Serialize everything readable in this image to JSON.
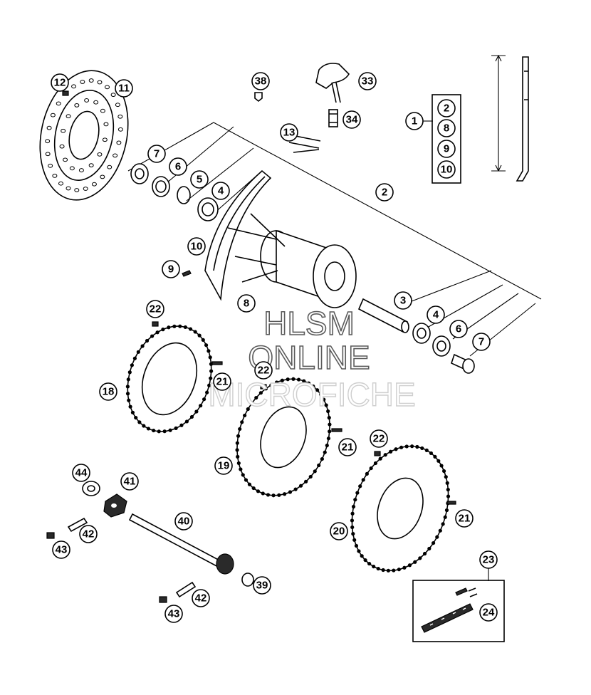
{
  "watermark": {
    "line1": "HLSM",
    "line2": "ONLINE",
    "line3": "MICROFICHE"
  },
  "callouts": [
    {
      "id": "c11",
      "label": "11"
    },
    {
      "id": "c12",
      "label": "12"
    },
    {
      "id": "c38",
      "label": "38"
    },
    {
      "id": "c33",
      "label": "33"
    },
    {
      "id": "c34",
      "label": "34"
    },
    {
      "id": "c13",
      "label": "13"
    },
    {
      "id": "c1",
      "label": "1"
    },
    {
      "id": "c1-2",
      "label": "2"
    },
    {
      "id": "c1-8",
      "label": "8"
    },
    {
      "id": "c1-9",
      "label": "9"
    },
    {
      "id": "c1-10",
      "label": "10"
    },
    {
      "id": "c7a",
      "label": "7"
    },
    {
      "id": "c6a",
      "label": "6"
    },
    {
      "id": "c5",
      "label": "5"
    },
    {
      "id": "c4a",
      "label": "4"
    },
    {
      "id": "c2",
      "label": "2"
    },
    {
      "id": "c10",
      "label": "10"
    },
    {
      "id": "c9",
      "label": "9"
    },
    {
      "id": "c8",
      "label": "8"
    },
    {
      "id": "c3",
      "label": "3"
    },
    {
      "id": "c4b",
      "label": "4"
    },
    {
      "id": "c6b",
      "label": "6"
    },
    {
      "id": "c7b",
      "label": "7"
    },
    {
      "id": "c22a",
      "label": "22"
    },
    {
      "id": "c21a",
      "label": "21"
    },
    {
      "id": "c18",
      "label": "18"
    },
    {
      "id": "c22b",
      "label": "22"
    },
    {
      "id": "c21b",
      "label": "21"
    },
    {
      "id": "c19",
      "label": "19"
    },
    {
      "id": "c22c",
      "label": "22"
    },
    {
      "id": "c21c",
      "label": "21"
    },
    {
      "id": "c20",
      "label": "20"
    },
    {
      "id": "c44",
      "label": "44"
    },
    {
      "id": "c41",
      "label": "41"
    },
    {
      "id": "c40",
      "label": "40"
    },
    {
      "id": "c42a",
      "label": "42"
    },
    {
      "id": "c43a",
      "label": "43"
    },
    {
      "id": "c39",
      "label": "39"
    },
    {
      "id": "c42b",
      "label": "42"
    },
    {
      "id": "c43b",
      "label": "43"
    },
    {
      "id": "c23",
      "label": "23"
    },
    {
      "id": "c24",
      "label": "24"
    }
  ]
}
